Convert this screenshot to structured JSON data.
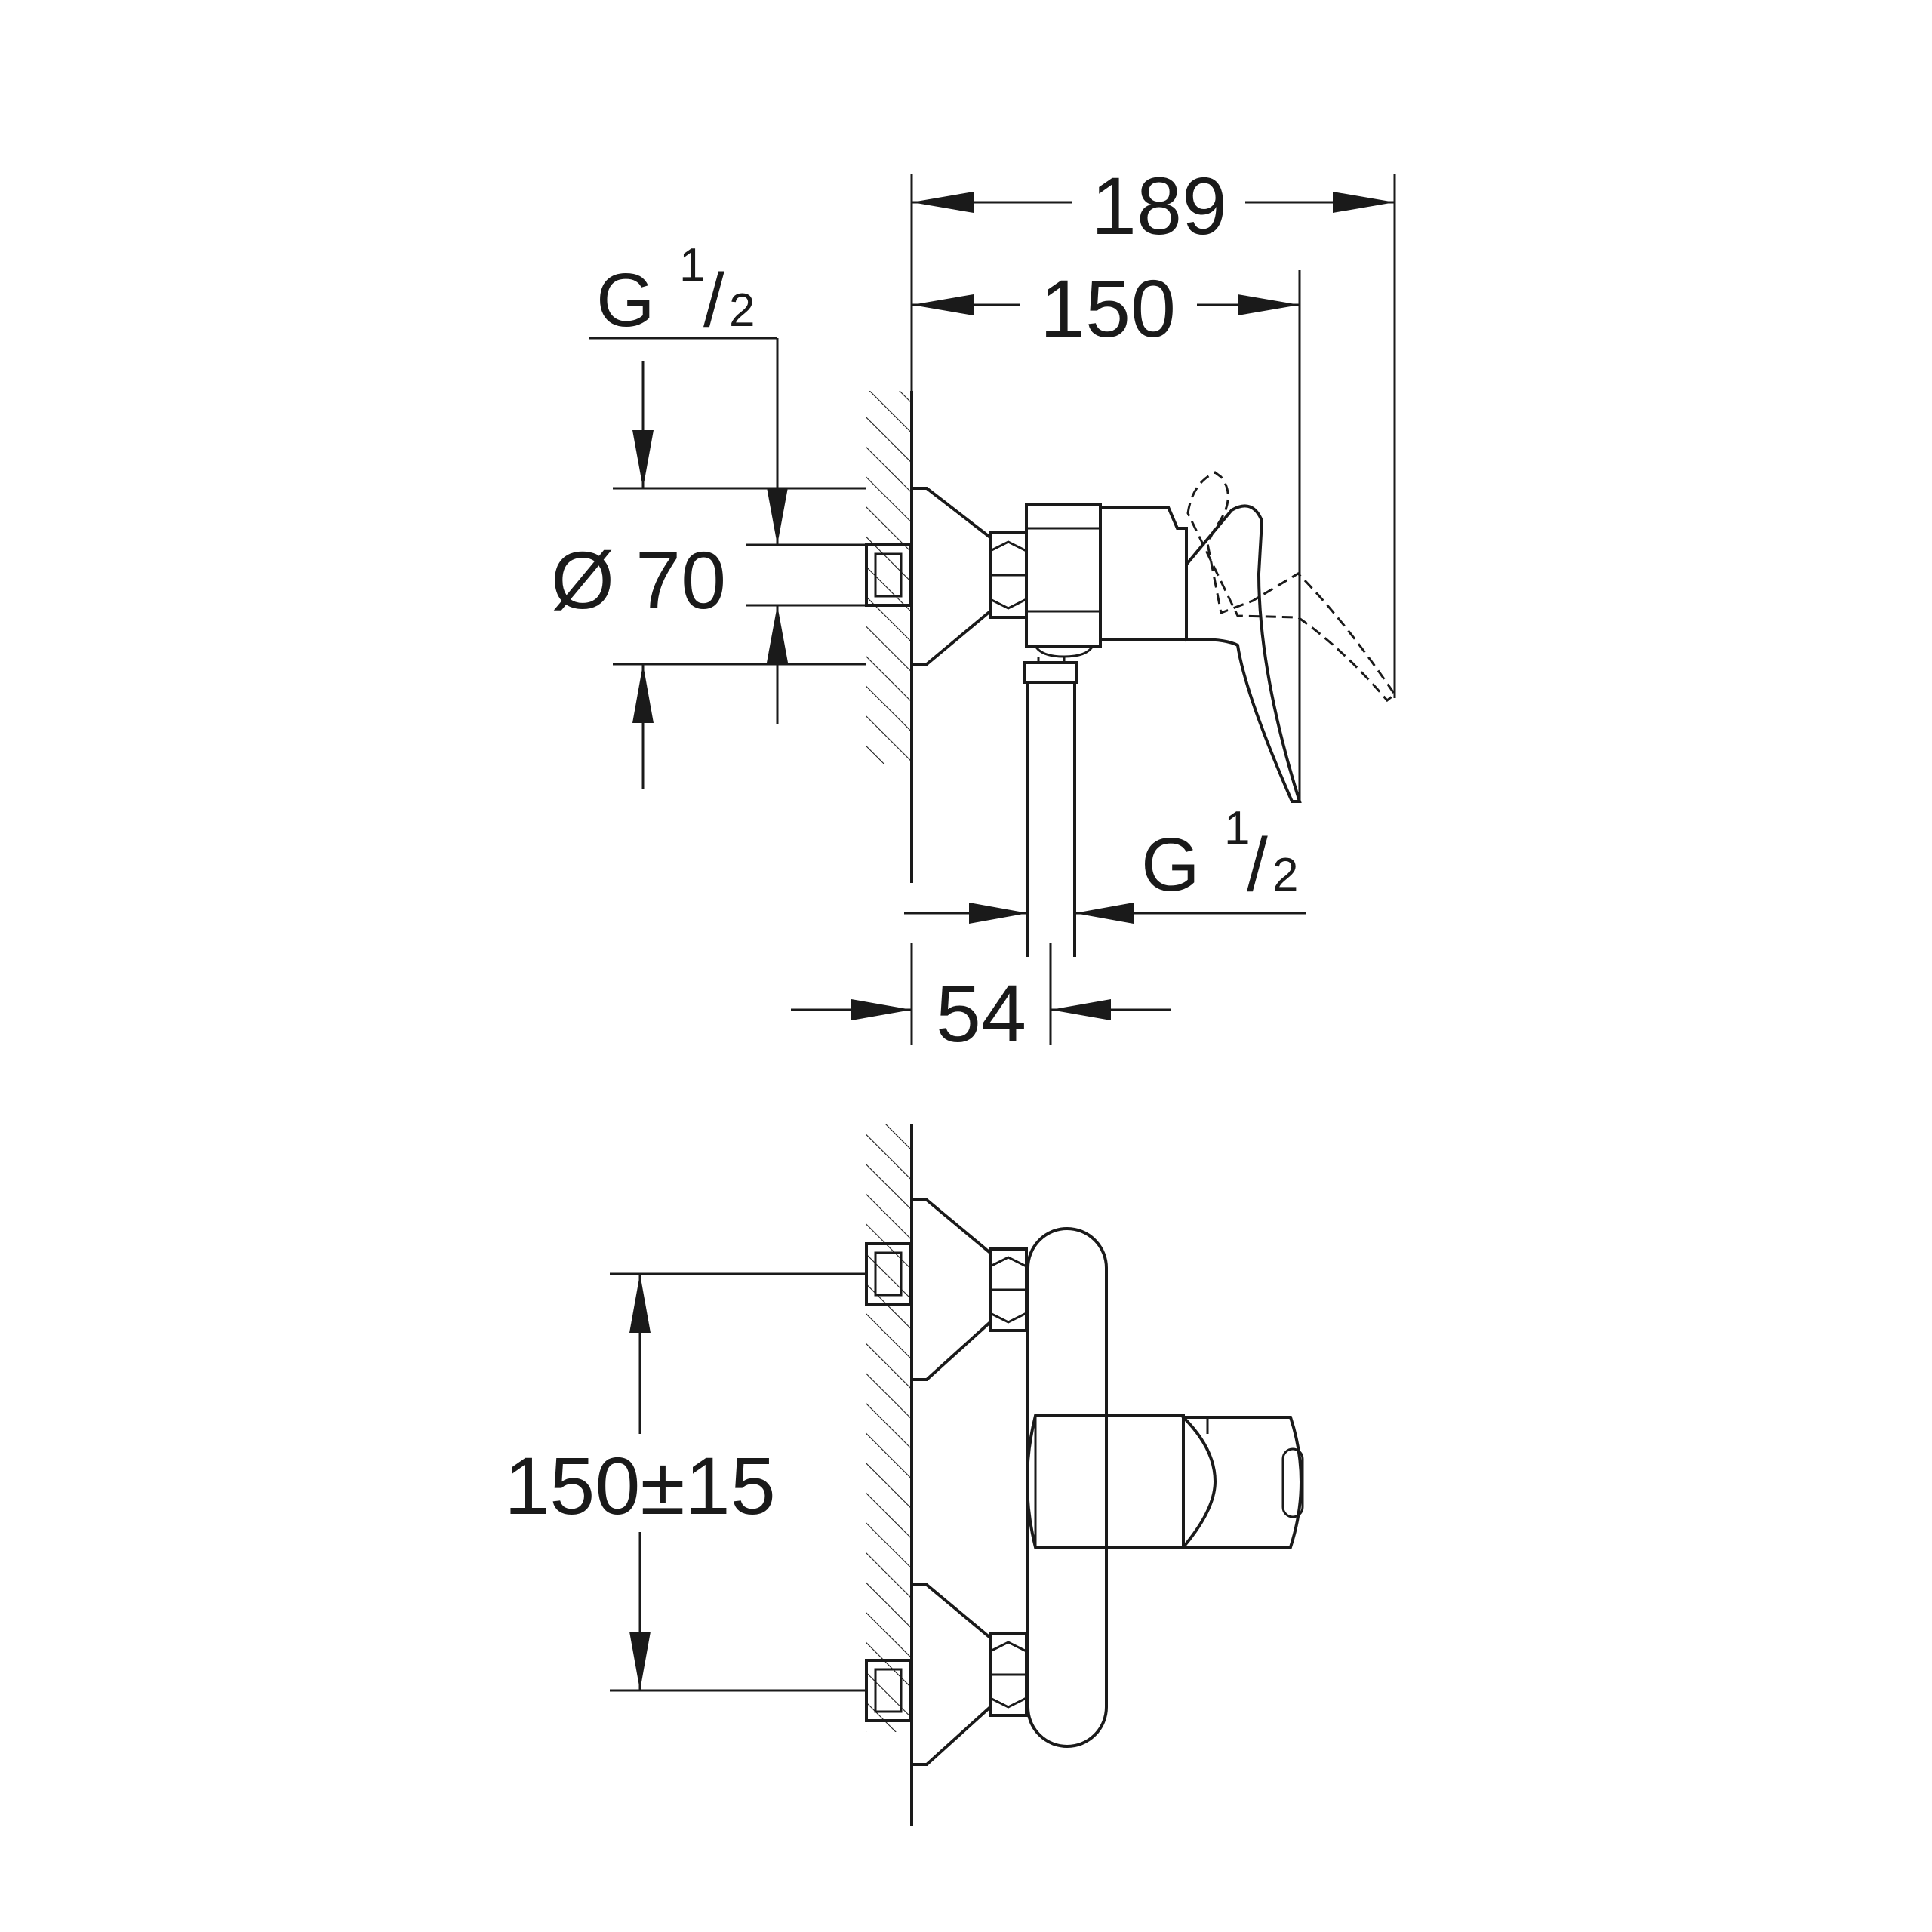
{
  "side_view": {
    "dim_overall_length": "189",
    "dim_lever_length": "150",
    "dim_diameter_symbol": "Ø",
    "dim_diameter_value": "70",
    "dim_outlet_offset": "54",
    "thread_top": {
      "letter": "G",
      "numerator": "1",
      "slash": "/",
      "denominator": "2"
    },
    "thread_bottom": {
      "letter": "G",
      "numerator": "1",
      "slash": "/",
      "denominator": "2"
    }
  },
  "front_view": {
    "dim_inlet_spacing": "150±15"
  }
}
